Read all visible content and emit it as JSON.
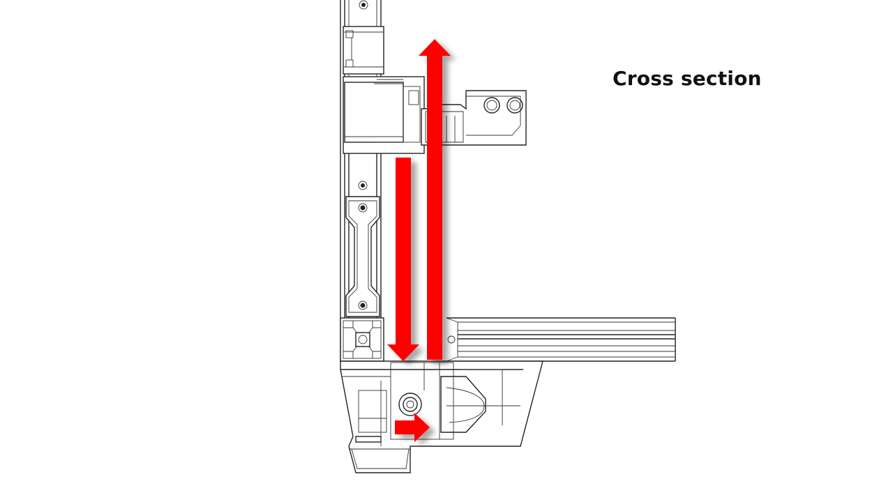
{
  "diagram": {
    "title": "Cross section",
    "arrow_color": "#ff0000",
    "arrows": [
      {
        "name": "up-flow-arrow",
        "direction": "up"
      },
      {
        "name": "down-flow-arrow",
        "direction": "down"
      },
      {
        "name": "right-flow-arrow",
        "direction": "right"
      }
    ]
  }
}
